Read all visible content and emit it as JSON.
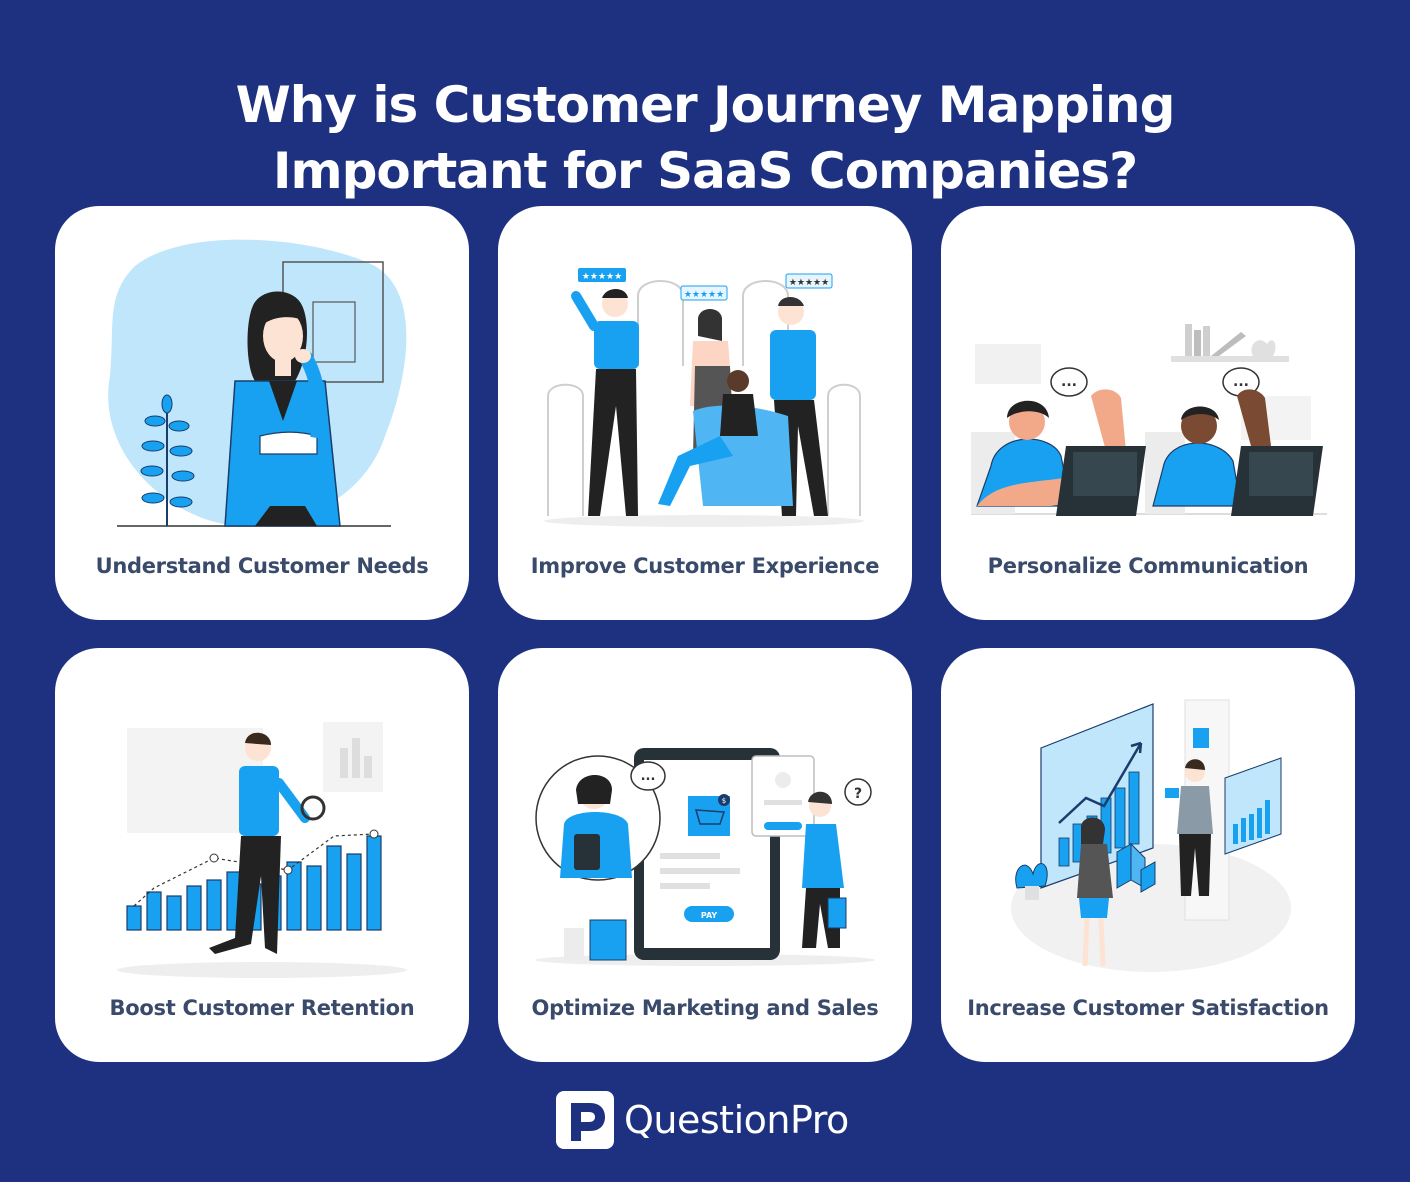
{
  "header": {
    "title_line1": "Why is Customer Journey Mapping",
    "title_line2": "Important for SaaS Companies?"
  },
  "cards": [
    {
      "label": "Understand Customer Needs"
    },
    {
      "label": "Improve Customer Experience"
    },
    {
      "label": "Personalize Communication"
    },
    {
      "label": "Boost Customer Retention"
    },
    {
      "label": "Optimize Marketing and Sales"
    },
    {
      "label": "Increase Customer Satisfaction"
    }
  ],
  "illustrations": {
    "chat_bubble_text": "...",
    "question_mark": "?",
    "cart_badge": "$",
    "pay_button": "PAY"
  },
  "footer": {
    "brand": "QuestionPro"
  },
  "colors": {
    "background": "#1d3180",
    "accent": "#18a1f0",
    "card": "#ffffff",
    "label": "#3a4a6b"
  }
}
